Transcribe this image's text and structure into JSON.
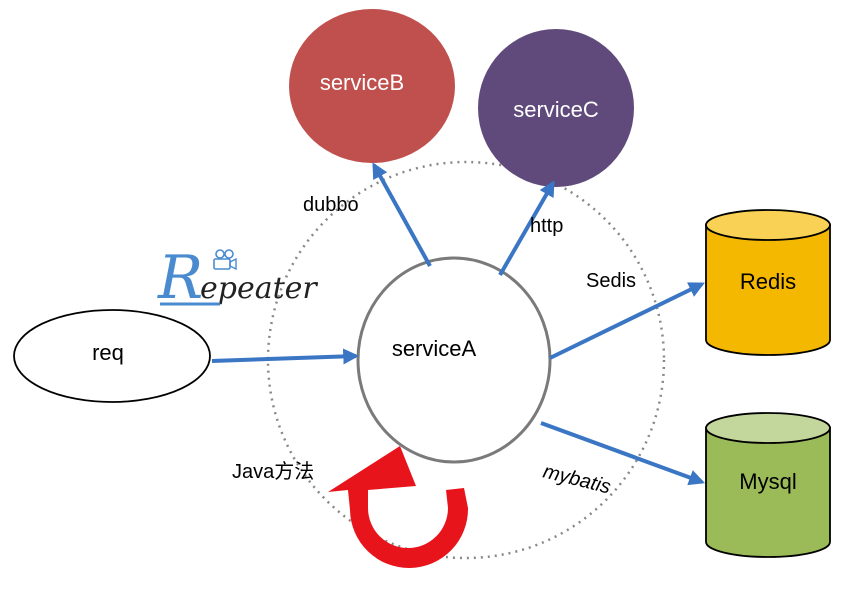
{
  "nodes": {
    "req": "req",
    "serviceA": "serviceA",
    "serviceB": "serviceB",
    "serviceC": "serviceC",
    "redis": "Redis",
    "mysql": "Mysql"
  },
  "edges": {
    "dubbo": "dubbo",
    "http": "http",
    "sedis": "Sedis",
    "mybatis": "mybatis",
    "java": "Java方法"
  },
  "logo": {
    "text": "Repeater",
    "icon": "video-camera-icon"
  },
  "colors": {
    "serviceB": "#c0504d",
    "serviceC": "#604a7b",
    "redis": "#f5b800",
    "mysql": "#9bbb59",
    "arrow": "#3a76c4",
    "loop_arrow": "#e8141b",
    "logo": "#4a8bd0"
  }
}
